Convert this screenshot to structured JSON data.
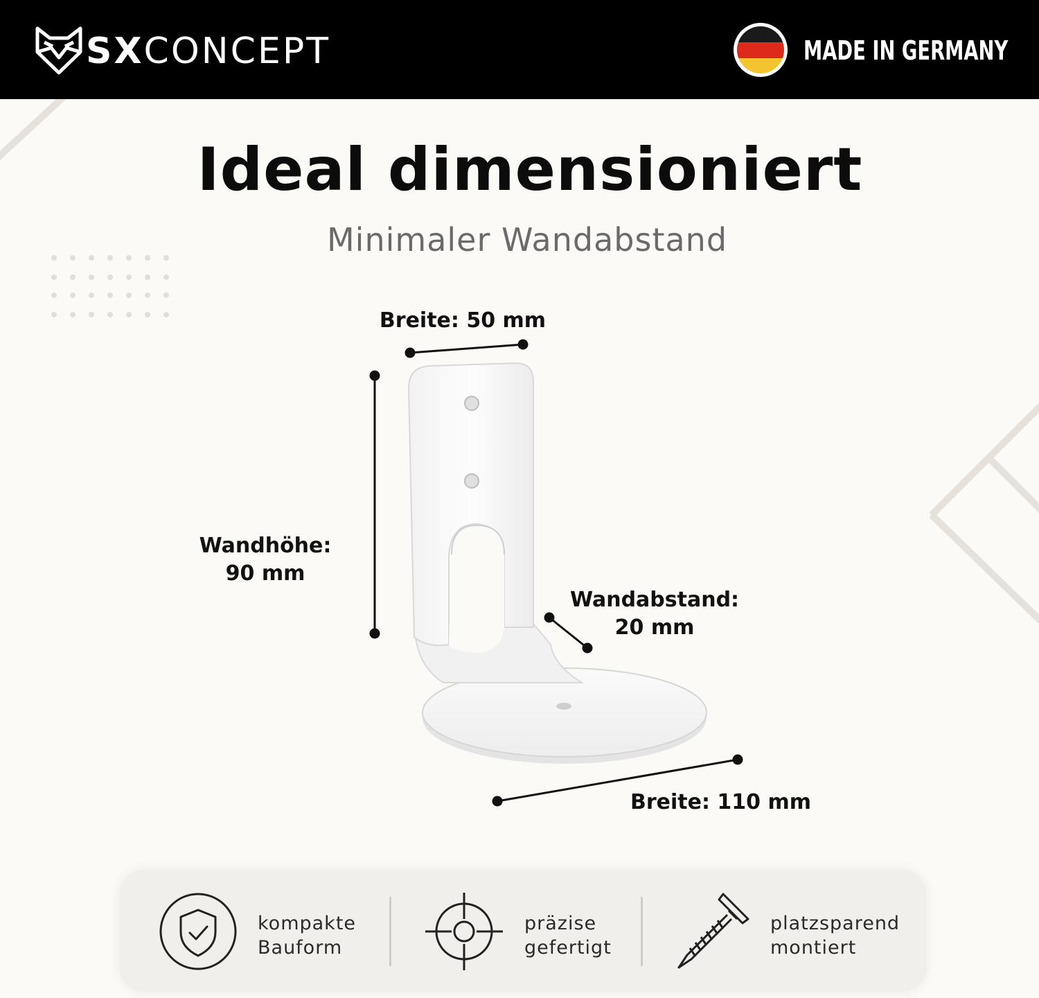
{
  "header": {
    "brand_bold": "SX",
    "brand_light": "CONCEPT",
    "badge": "MADE IN GERMANY",
    "logo_icon": "fox-head-icon",
    "flag_icon": "german-flag-icon"
  },
  "main": {
    "title": "Ideal dimensioniert",
    "subtitle": "Minimaler Wandabstand"
  },
  "dimensions": {
    "top_width": "Breite: 50 mm",
    "wall_height_line1": "Wandhöhe:",
    "wall_height_line2": "90 mm",
    "wall_distance_line1": "Wandabstand:",
    "wall_distance_line2": "20 mm",
    "bottom_width": "Breite: 110 mm"
  },
  "features": [
    {
      "icon": "shield-check-icon",
      "line1": "kompakte",
      "line2": "Bauform"
    },
    {
      "icon": "crosshair-icon",
      "line1": "präzise",
      "line2": "gefertigt"
    },
    {
      "icon": "screw-icon",
      "line1": "platzsparend",
      "line2": "montiert"
    }
  ],
  "colors": {
    "header_bg": "#000000",
    "page_bg": "#fbfaf7",
    "flag_black": "#1a1a1a",
    "flag_red": "#dd2a1b",
    "flag_gold": "#f4c430"
  }
}
